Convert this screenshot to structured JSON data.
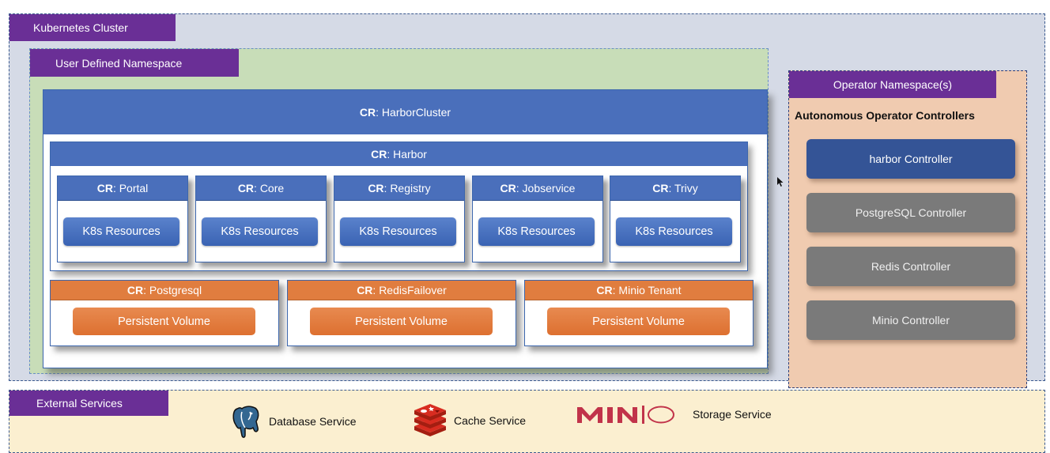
{
  "cluster": {
    "label": "Kubernetes Cluster",
    "user_namespace": {
      "label": "User Defined Namespace",
      "harbor_cluster": {
        "prefix": "CR",
        "name": ": HarborCluster",
        "harbor": {
          "prefix": "CR",
          "name": ": Harbor",
          "components": [
            {
              "prefix": "CR",
              "name": ": Portal",
              "resource": "K8s Resources"
            },
            {
              "prefix": "CR",
              "name": ": Core",
              "resource": "K8s Resources"
            },
            {
              "prefix": "CR",
              "name": ": Registry",
              "resource": "K8s Resources"
            },
            {
              "prefix": "CR",
              "name": ": Jobservice",
              "resource": "K8s Resources"
            },
            {
              "prefix": "CR",
              "name": ": Trivy",
              "resource": "K8s Resources"
            }
          ]
        },
        "stores": [
          {
            "prefix": "CR",
            "name": ": Postgresql",
            "resource": "Persistent Volume"
          },
          {
            "prefix": "CR",
            "name": ": RedisFailover",
            "resource": "Persistent Volume"
          },
          {
            "prefix": "CR",
            "name": ": Minio Tenant",
            "resource": "Persistent Volume"
          }
        ]
      }
    },
    "operator_namespace": {
      "label": "Operator Namespace(s)",
      "title": "Autonomous Operator Controllers",
      "controllers": [
        {
          "label": "harbor Controller",
          "state": "active"
        },
        {
          "label": "PostgreSQL Controller",
          "state": "inactive"
        },
        {
          "label": "Redis Controller",
          "state": "inactive"
        },
        {
          "label": "Minio Controller",
          "state": "inactive"
        }
      ]
    }
  },
  "external": {
    "label": "External Services",
    "services": [
      {
        "icon": "postgresql-elephant-icon",
        "label": "Database Service"
      },
      {
        "icon": "redis-icon",
        "label": "Cache Service"
      },
      {
        "icon": "minio-logo",
        "logo_text": "MINIO",
        "label": "Storage Service"
      }
    ]
  },
  "colors": {
    "tag_purple": "#6a2f96",
    "cr_blue": "#4a6fbb",
    "cr_orange": "#e07d3f",
    "active_controller": "#345496",
    "inactive_controller": "#7a7a7a",
    "minio_red": "#c1334a",
    "redis_red": "#d2342d",
    "postgres_blue": "#336791"
  }
}
